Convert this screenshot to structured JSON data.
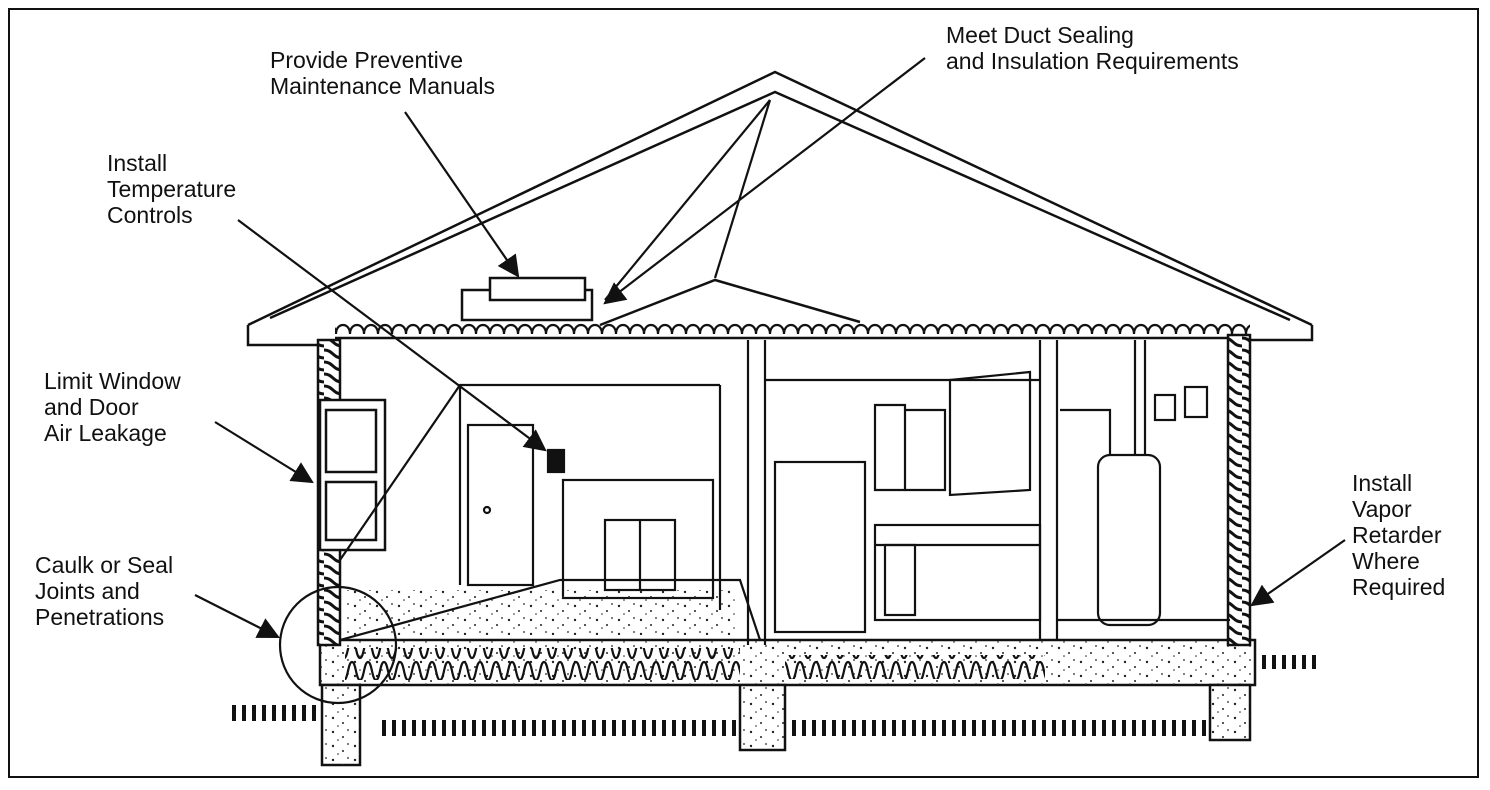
{
  "labels": {
    "maintenance": "Provide Preventive\nMaintenance Manuals",
    "duct": "Meet Duct Sealing\nand Insulation Requirements",
    "temperature": "Install\nTemperature\nControls",
    "window": "Limit Window\nand Door\nAir Leakage",
    "caulk": "Caulk or Seal\nJoints and\nPenetrations",
    "vapor": "Install\nVapor\nRetarder\nWhere\nRequired"
  }
}
